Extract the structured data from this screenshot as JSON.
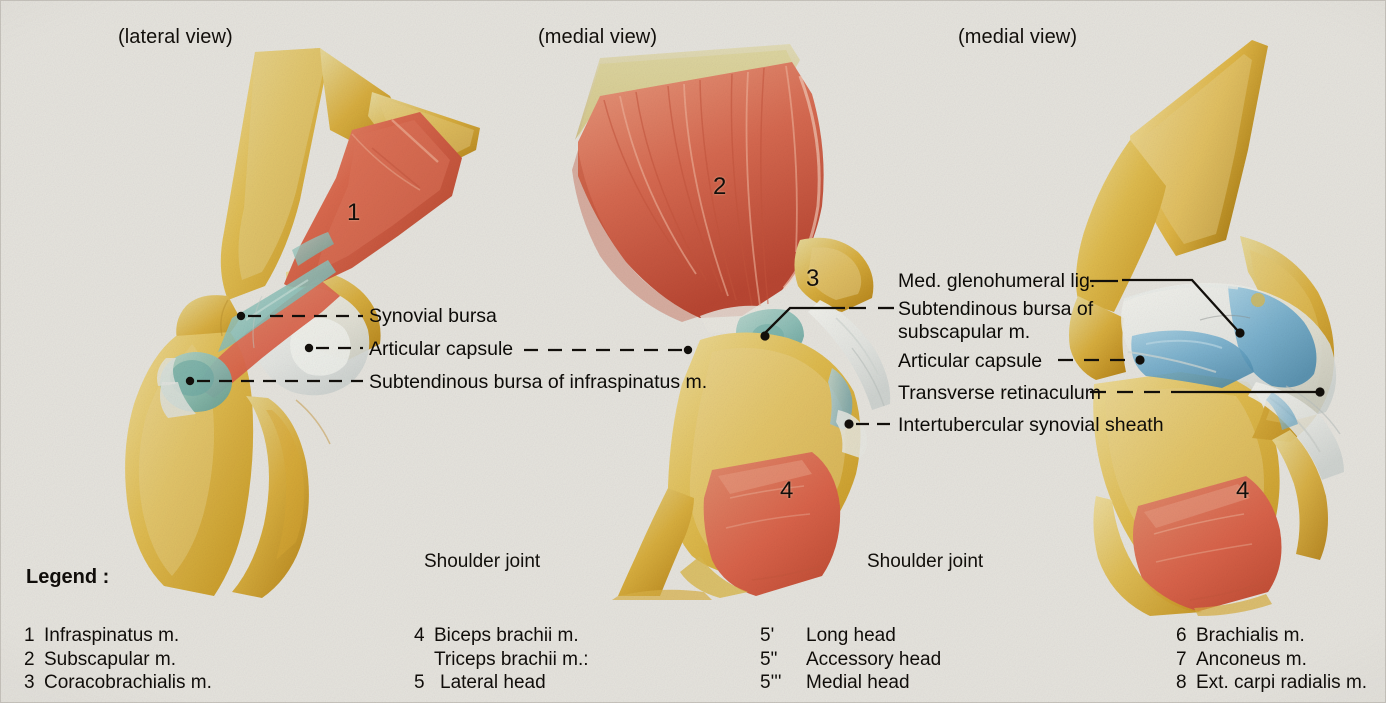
{
  "palette": {
    "paper": "#e6e4de",
    "bone_light": "#e8cf7e",
    "bone_mid": "#dcb23f",
    "bone_deep": "#c08f21",
    "bone_pale": "#ded9b0",
    "muscle_red": "#d9614a",
    "muscle_light": "#e48a6e",
    "muscle_deep": "#b8422f",
    "capsule_white": "#e9eae6",
    "bursa_teal": "#8fc0bb",
    "cavity_blue": "#74aecb",
    "ink": "#120f0b"
  },
  "views": [
    {
      "id": "left",
      "label": "(lateral view)"
    },
    {
      "id": "middle",
      "label": "(medial view)"
    },
    {
      "id": "right",
      "label": "(medial view)"
    }
  ],
  "captions": [
    {
      "id": "caption-left",
      "text": "Shoulder joint"
    },
    {
      "id": "caption-right",
      "text": "Shoulder joint"
    }
  ],
  "callouts": {
    "left_panel": [
      {
        "id": "synovial-bursa",
        "text": "Synovial bursa"
      },
      {
        "id": "articular-capsule-left",
        "text": "Articular capsule"
      },
      {
        "id": "subtendinous-bursa-infraspinatus",
        "text": "Subtendinous bursa of infraspinatus m."
      }
    ],
    "right_panel": [
      {
        "id": "med-glenohumeral-lig",
        "text": "Med. glenohumeral lig."
      },
      {
        "id": "subtendinous-bursa-subscapular",
        "text": "Subtendinous bursa of subscapular m."
      },
      {
        "id": "articular-capsule-right",
        "text": "Articular capsule"
      },
      {
        "id": "transverse-retinaculum",
        "text": "Transverse retinaculum"
      },
      {
        "id": "intertubercular-synovial-sheath",
        "text": "Intertubercular synovial sheath"
      }
    ]
  },
  "figure_numbers": [
    {
      "id": "num-1",
      "text": "1"
    },
    {
      "id": "num-2",
      "text": "2"
    },
    {
      "id": "num-3",
      "text": "3"
    },
    {
      "id": "num-4-middle",
      "text": "4"
    },
    {
      "id": "num-4-right",
      "text": "4"
    }
  ],
  "legend": {
    "title": "Legend :",
    "columns": [
      {
        "id": "legend-col-1",
        "rows": [
          {
            "key": "1",
            "text": "Infraspinatus m."
          },
          {
            "key": "2",
            "text": "Subscapular m."
          },
          {
            "key": "3",
            "text": "Coracobrachialis m."
          }
        ]
      },
      {
        "id": "legend-col-2",
        "rows": [
          {
            "key": "4",
            "text": "Biceps brachii m."
          },
          {
            "key": "",
            "text": "Triceps brachii m.:"
          },
          {
            "key": "5",
            "text": "Lateral head"
          }
        ]
      },
      {
        "id": "legend-col-3",
        "rows": [
          {
            "key": "5'",
            "text": "Long head"
          },
          {
            "key": "5\"",
            "text": "Accessory head"
          },
          {
            "key": "5'''",
            "text": "Medial head"
          }
        ]
      },
      {
        "id": "legend-col-4",
        "rows": [
          {
            "key": "6",
            "text": "Brachialis m."
          },
          {
            "key": "7",
            "text": "Anconeus m."
          },
          {
            "key": "8",
            "text": "Ext. carpi radialis m."
          }
        ]
      }
    ]
  }
}
